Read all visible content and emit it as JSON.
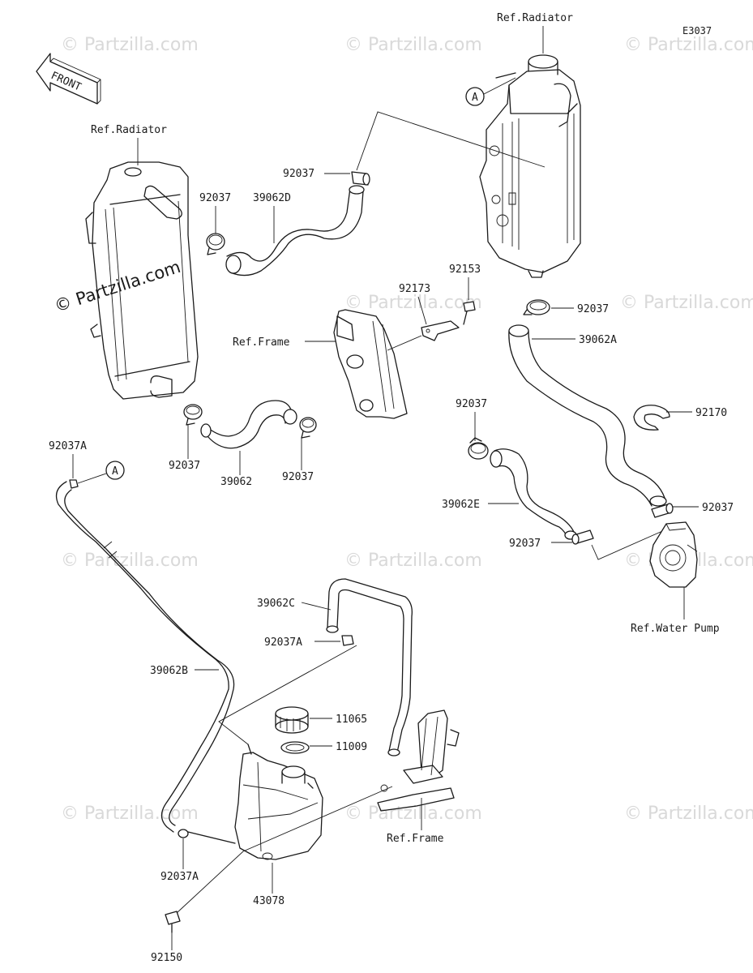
{
  "diagram": {
    "code": "E3037",
    "front_label": "FRONT",
    "watermark": "© Partzilla.com",
    "ref_marker": "A"
  },
  "references": {
    "radiator_right": "Ref.Radiator",
    "radiator_left": "Ref.Radiator",
    "frame_mid": "Ref.Frame",
    "frame_bottom": "Ref.Frame",
    "water_pump": "Ref.Water Pump"
  },
  "callouts": {
    "c_92037_top": "92037",
    "c_39062D": "39062D",
    "c_92037_left": "92037",
    "c_92153": "92153",
    "c_92173": "92173",
    "c_92037_right": "92037",
    "c_39062A": "39062A",
    "c_92037_lowleft": "92037",
    "c_39062": "39062",
    "c_92037_lowmid": "92037",
    "c_92037_e": "92037",
    "c_92170": "92170",
    "c_39062E": "39062E",
    "c_92037_pump": "92037",
    "c_92037_hose": "92037",
    "c_92037A_top": "92037A",
    "c_39062C": "39062C",
    "c_92037A_mid": "92037A",
    "c_39062B": "39062B",
    "c_11065": "11065",
    "c_11009": "11009",
    "c_92037A_bottom": "92037A",
    "c_43078": "43078",
    "c_92150": "92150"
  }
}
